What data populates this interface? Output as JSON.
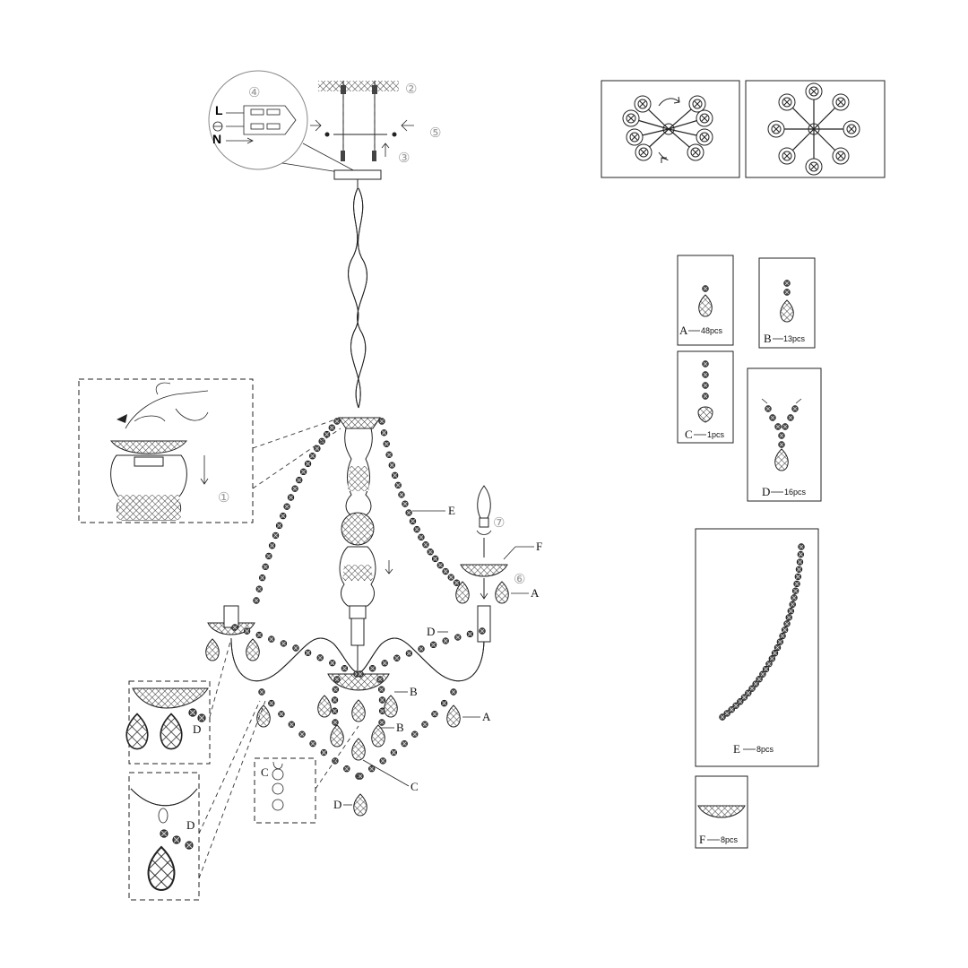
{
  "labels": {
    "A": "A",
    "B": "B",
    "C": "C",
    "D": "D",
    "E": "E",
    "F": "F"
  },
  "wiring": {
    "live": "L",
    "neutral": "N"
  },
  "steps": [
    "①",
    "②",
    "③",
    "④",
    "⑤",
    "⑥",
    "⑦"
  ],
  "parts": [
    {
      "letter": "A",
      "count": "48pcs"
    },
    {
      "letter": "B",
      "count": "13pcs"
    },
    {
      "letter": "C",
      "count": "1pcs"
    },
    {
      "letter": "D",
      "count": "16pcs"
    },
    {
      "letter": "E",
      "count": "8pcs"
    },
    {
      "letter": "F",
      "count": "8pcs"
    }
  ],
  "colors": {
    "line": "#222222",
    "step_number": "#999999",
    "background": "#ffffff"
  }
}
